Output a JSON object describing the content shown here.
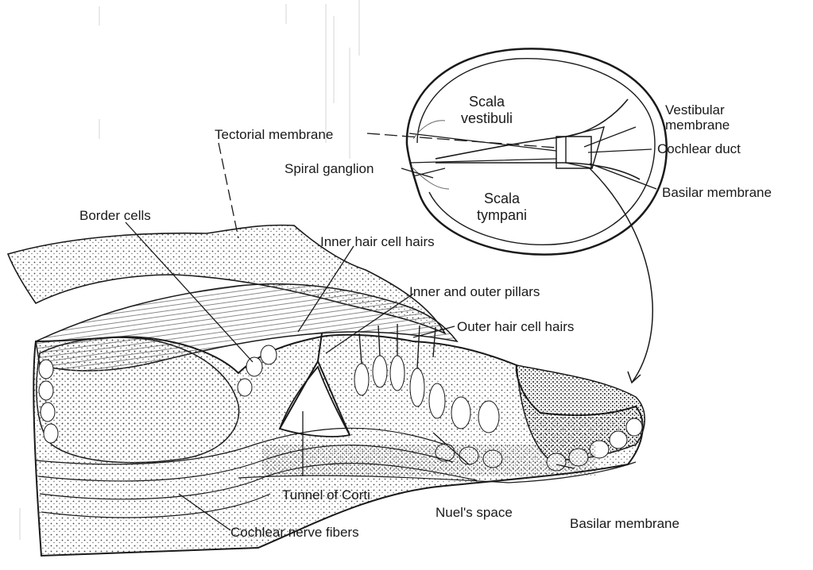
{
  "cross_section": {
    "scala_vestibuli": "Scala\nvestibuli",
    "scala_tympani": "Scala\ntympani",
    "vestibular_membrane": "Vestibular\nmembrane",
    "cochlear_duct": "Cochlear duct",
    "basilar_membrane": "Basilar membrane",
    "tectorial_membrane": "Tectorial membrane",
    "spiral_ganglion": "Spiral ganglion"
  },
  "organ_of_corti": {
    "border_cells": "Border cells",
    "inner_hair_cell_hairs": "Inner hair cell hairs",
    "inner_outer_pillars": "Inner and outer pillars",
    "outer_hair_cell_hairs": "Outer hair cell hairs",
    "tunnel_of_corti": "Tunnel of Corti",
    "nuels_space": "Nuel's space",
    "basilar_membrane": "Basilar membrane",
    "cochlear_nerve_fibers": "Cochlear nerve fibers"
  },
  "colors": {
    "ink": "#1a1a1a",
    "shade": "#bdbdbd",
    "background": "#ffffff"
  }
}
